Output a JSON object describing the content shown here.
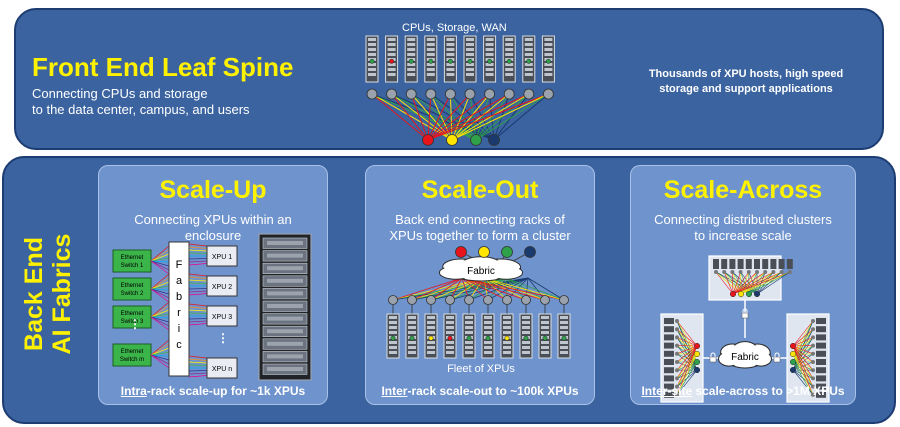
{
  "front": {
    "title": "Front End Leaf Spine",
    "subtitle_line1": "Connecting CPUs and storage",
    "subtitle_line2": "to the data center, campus, and users",
    "top_label": "CPUs, Storage, WAN",
    "right_line1": "Thousands of XPU hosts, high speed",
    "right_line2": "storage and support applications"
  },
  "back": {
    "label_line1": "Back End",
    "label_line2": "AI Fabrics"
  },
  "scale_up": {
    "title": "Scale-Up",
    "sub_line1": "Connecting XPUs within an",
    "sub_line2": "enclosure",
    "switches": [
      "Ethernet Switch 1",
      "Ethernet Switch 2",
      "Ethernet Switch 3",
      "Ethernet Switch m"
    ],
    "fabric_letters": [
      "F",
      "a",
      "b",
      "r",
      "i",
      "c"
    ],
    "xpus": [
      "XPU 1",
      "XPU 2",
      "XPU 3",
      "XPU n"
    ],
    "foot_u": "Intra",
    "foot_rest": "-rack scale-up for ~1k XPUs"
  },
  "scale_out": {
    "title": "Scale-Out",
    "sub_line1": "Back end connecting racks of",
    "sub_line2": "XPUs together to form a cluster",
    "cloud_label": "Fabric",
    "fleet_label": "Fleet of XPUs",
    "foot_u": "Inter",
    "foot_rest": "-rack scale-out to ~100k XPUs"
  },
  "scale_across": {
    "title": "Scale-Across",
    "sub_line1": "Connecting distributed clusters",
    "sub_line2": "to increase scale",
    "cloud_label": "Fabric",
    "foot_u": "Inter-site",
    "foot_rest": " scale-across to >1M XPUs"
  },
  "colors": {
    "panel": "#3a63a0",
    "card": "#6f93cc",
    "yellow": "#fff200",
    "red": "#e8141c",
    "green": "#2fa14a",
    "navy": "#1a3a6e",
    "yellow_dot": "#ffe600"
  }
}
